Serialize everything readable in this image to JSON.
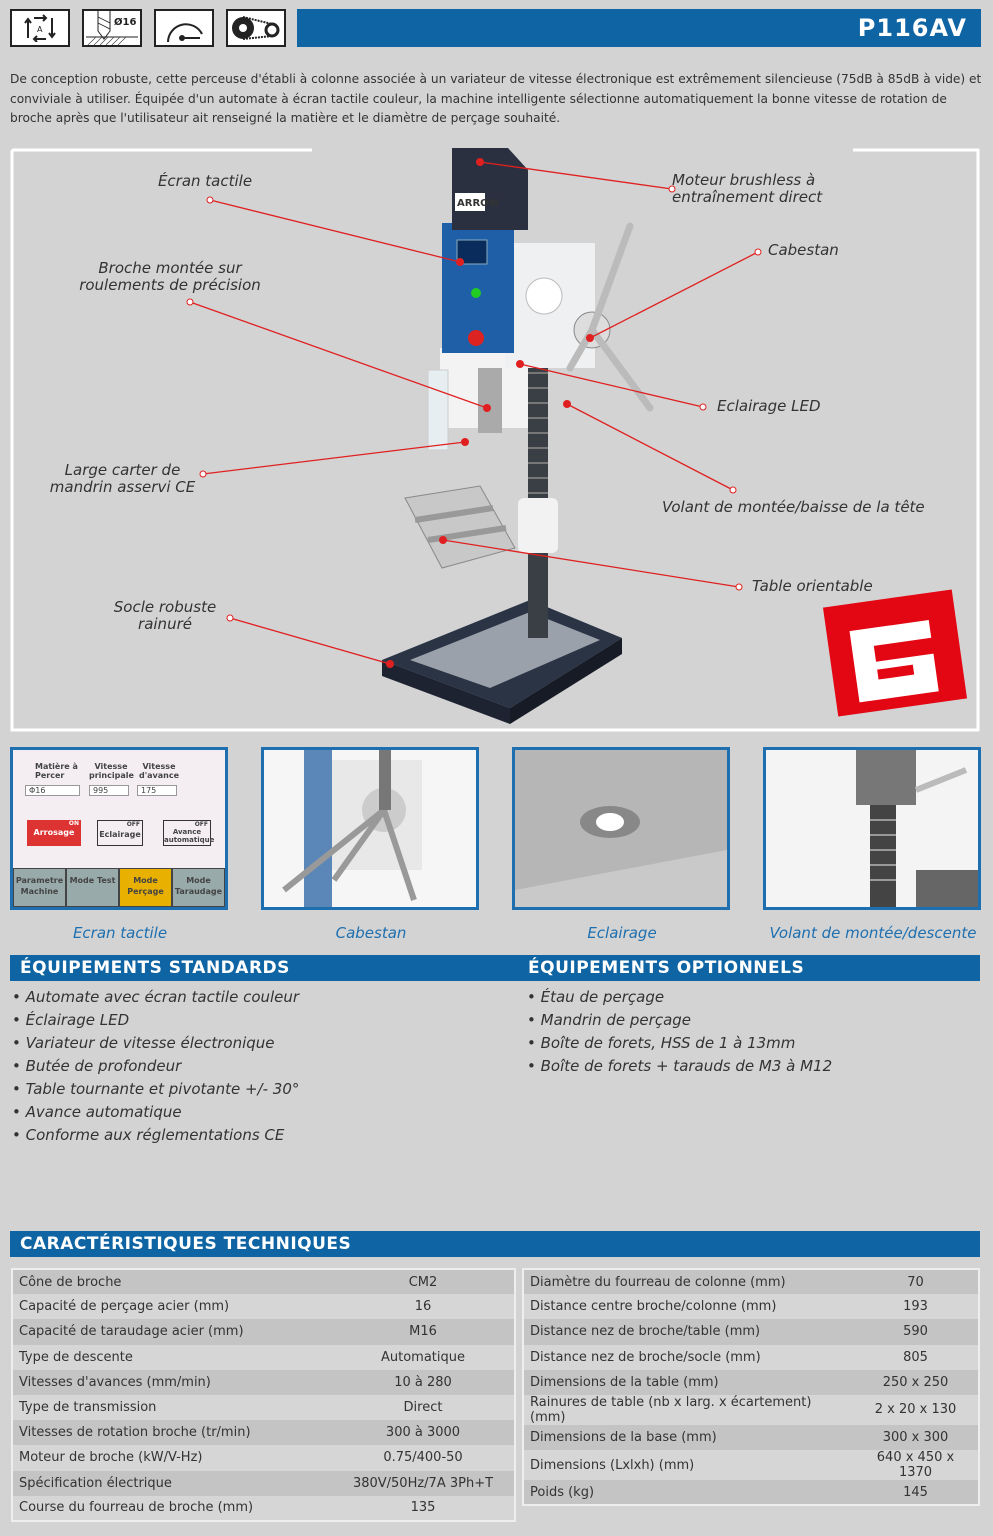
{
  "header": {
    "title": "P116AV",
    "icons": [
      "axes-arrows-icon",
      "drill-diameter-16-icon",
      "speed-gauge-icon",
      "belt-drive-icon"
    ],
    "drill_icon_text": "Ø16"
  },
  "intro": "De conception robuste, cette perceuse d'établi à colonne associée à un variateur de vitesse électronique est extrêmement silencieuse (75dB à 85dB à vide) et conviviale à utiliser. Équipée d'un automate à écran tactile couleur, la machine intelligente sélectionne automatiquement la bonne vitesse de rotation de broche après que l'utilisateur ait renseigné la matière et le diamètre de perçage souhaité.",
  "callouts": {
    "ecran": "Écran tactile",
    "broche": "Broche montée sur roulements de précision",
    "carter": "Large carter de mandrin asservi CE",
    "socle": "Socle robuste rainuré",
    "moteur": "Moteur brushless à entraînement direct",
    "cabestan": "Cabestan",
    "eclairage": "Eclairage LED",
    "volant": "Volant de montée/baisse de la tête",
    "table": "Table orientable"
  },
  "machine_brand": "ARROW",
  "thumbnails": [
    {
      "caption": "Ecran tactile",
      "screen": {
        "h1": "Matière à Percer",
        "h2": "Vitesse principale",
        "h3": "Vitesse d'avance",
        "v1": "Φ16",
        "v2": "995",
        "v3": "175",
        "b1": "Arrosage",
        "b2": "Eclairage",
        "b3": "Avance automatique",
        "on": "ON",
        "off": "OFF",
        "m1": "Parametre Machine",
        "m2": "Mode Test",
        "m3": "Mode Perçage",
        "m4": "Mode Taraudage"
      }
    },
    {
      "caption": "Cabestan"
    },
    {
      "caption": "Eclairage"
    },
    {
      "caption": "Volant de montée/descente"
    }
  ],
  "standards": {
    "title": "ÉQUIPEMENTS STANDARDS",
    "items": [
      "Automate avec écran tactile couleur",
      "Éclairage LED",
      "Variateur de vitesse électronique",
      "Butée de profondeur",
      "Table tournante et pivotante +/- 30°",
      "Avance automatique",
      "Conforme aux réglementations CE"
    ]
  },
  "options": {
    "title": "ÉQUIPEMENTS OPTIONNELS",
    "items": [
      "Étau de perçage",
      "Mandrin de perçage",
      "Boîte de forets, HSS de 1 à 13mm",
      "Boîte de forets + tarauds de M3 à M12"
    ]
  },
  "specs": {
    "title": "CARACTÉRISTIQUES TECHNIQUES",
    "left": [
      [
        "Cône de broche",
        "CM2"
      ],
      [
        "Capacité de perçage acier (mm)",
        "16"
      ],
      [
        "Capacité de taraudage acier (mm)",
        "M16"
      ],
      [
        "Type de descente",
        "Automatique"
      ],
      [
        "Vitesses d'avances (mm/min)",
        "10 à 280"
      ],
      [
        "Type de transmission",
        "Direct"
      ],
      [
        "Vitesses de rotation broche (tr/min)",
        "300 à 3000"
      ],
      [
        "Moteur de broche (kW/V-Hz)",
        "0.75/400-50"
      ],
      [
        "Spécification électrique",
        "380V/50Hz/7A 3Ph+T"
      ],
      [
        "Course du fourreau de broche (mm)",
        "135"
      ]
    ],
    "right": [
      [
        "Diamètre du fourreau de colonne (mm)",
        "70"
      ],
      [
        "Distance centre broche/colonne (mm)",
        "193"
      ],
      [
        "Distance nez de broche/table (mm)",
        "590"
      ],
      [
        "Distance nez de broche/socle (mm)",
        "805"
      ],
      [
        "Dimensions de la table (mm)",
        "250 x 250"
      ],
      [
        "Rainures de table (nb x larg. x écartement) (mm)",
        "2 x 20 x 130"
      ],
      [
        "Dimensions de la base (mm)",
        "300 x 300"
      ],
      [
        "Dimensions (Lxlxh) (mm)",
        "640 x 450 x 1370"
      ],
      [
        "Poids (kg)",
        "145"
      ]
    ]
  },
  "colors": {
    "brand_blue": "#0f64a3",
    "callout_red": "#e02020",
    "logo_red": "#e30613"
  }
}
